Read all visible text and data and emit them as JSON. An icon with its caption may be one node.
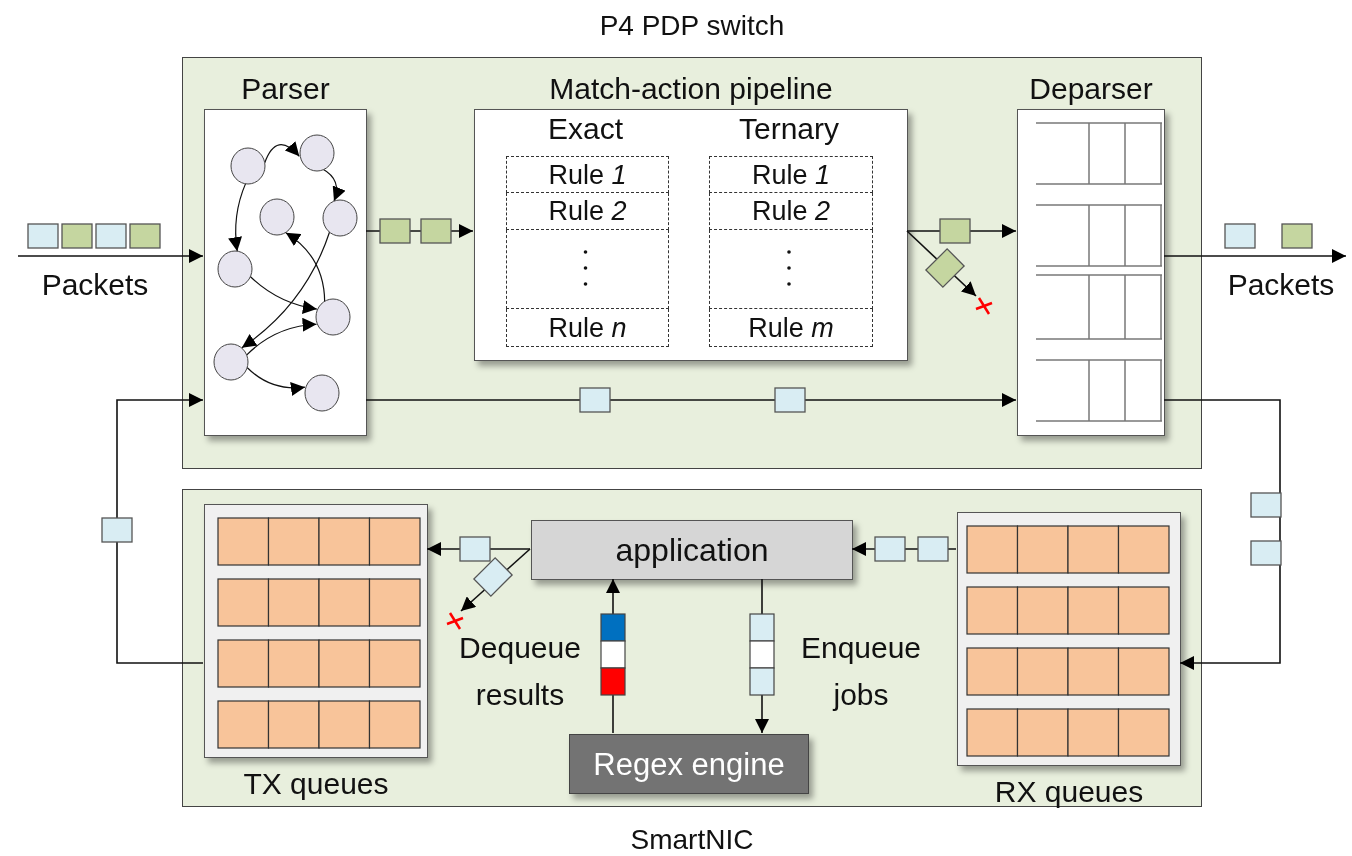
{
  "diagram": {
    "nodes": [
      {
        "text": [
          "P4 PDP switch"
        ]
      },
      {
        "text": [
          "Parser"
        ],
        "in": 0
      },
      {
        "text": [
          "Match-action pipeline"
        ],
        "in": 0
      },
      {
        "text": [
          "Rule *1*"
        ],
        "in": 2
      },
      {
        "text": [
          "Rule *2*"
        ],
        "in": 2
      },
      {
        "text": [],
        "shape": "box",
        "in": 2
      },
      {
        "text": [
          "Rule *n*"
        ],
        "in": 2
      },
      {
        "text": [
          "Rule *1*"
        ],
        "in": 2
      },
      {
        "text": [
          "Rule *2*"
        ],
        "in": 2
      },
      {
        "text": [],
        "shape": "box",
        "in": 2
      },
      {
        "text": [
          "Rule *m*"
        ],
        "in": 2
      },
      {
        "text": [
          "Deparser"
        ],
        "in": 0
      },
      {
        "text": [
          "SmartNIC"
        ]
      },
      {
        "text": [
          "TX queues"
        ],
        "in": 12
      },
      {
        "text": [
          "application"
        ],
        "in": 12
      },
      {
        "text": [
          "Regex engine"
        ],
        "in": 12
      },
      {
        "text": [
          "RX queues"
        ],
        "in": 12
      },
      {
        "text": [],
        "shape": "cross",
        "in": 0
      },
      {
        "text": [],
        "shape": "cross",
        "in": 12
      }
    ],
    "edges": [
      {
        "from": null,
        "to": 1,
        "arrow": "to",
        "label": "Packets"
      },
      {
        "from": 1,
        "to": 2,
        "arrow": "to"
      },
      {
        "from": 2,
        "to": 11,
        "arrow": "to"
      },
      {
        "from": 2,
        "to": 17,
        "arrow": "to"
      },
      {
        "from": 1,
        "to": 11,
        "arrow": "to"
      },
      {
        "from": 11,
        "to": null,
        "arrow": "to",
        "label": "Packets"
      },
      {
        "from": 11,
        "to": 16,
        "arrow": "to"
      },
      {
        "from": 16,
        "to": 14,
        "arrow": "to"
      },
      {
        "from": 14,
        "to": 13,
        "arrow": "to"
      },
      {
        "from": 14,
        "to": 18,
        "arrow": "to"
      },
      {
        "from": 14,
        "to": 15,
        "arrow": "to",
        "label": "Enqueue jobs"
      },
      {
        "from": 15,
        "to": 14,
        "arrow": "to",
        "label": "Dequeue results"
      },
      {
        "from": 13,
        "to": 1,
        "arrow": "to"
      }
    ],
    "labels": [
      "Exact",
      "Ternary"
    ]
  }
}
